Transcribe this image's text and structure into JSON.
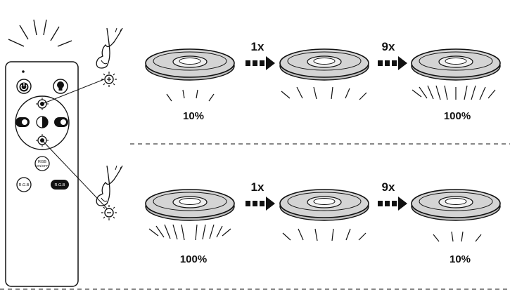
{
  "remote": {
    "rgb_onoff_label_1": "RGB",
    "rgb_onoff_label_2": "ON/OFF",
    "rgb_label": "R.G.B",
    "rgb_cycle_label": "R.G.B"
  },
  "steps": {
    "increase": {
      "multiplier_1": "1x",
      "multiplier_2": "9x",
      "level_start": "10%",
      "level_end": "100%"
    },
    "decrease": {
      "multiplier_1": "1x",
      "multiplier_2": "9x",
      "level_start": "100%",
      "level_end": "10%"
    }
  },
  "colors": {
    "line": "#111111",
    "disk_fill": "#d4d4d4",
    "disk_inner": "#eeeeee"
  }
}
